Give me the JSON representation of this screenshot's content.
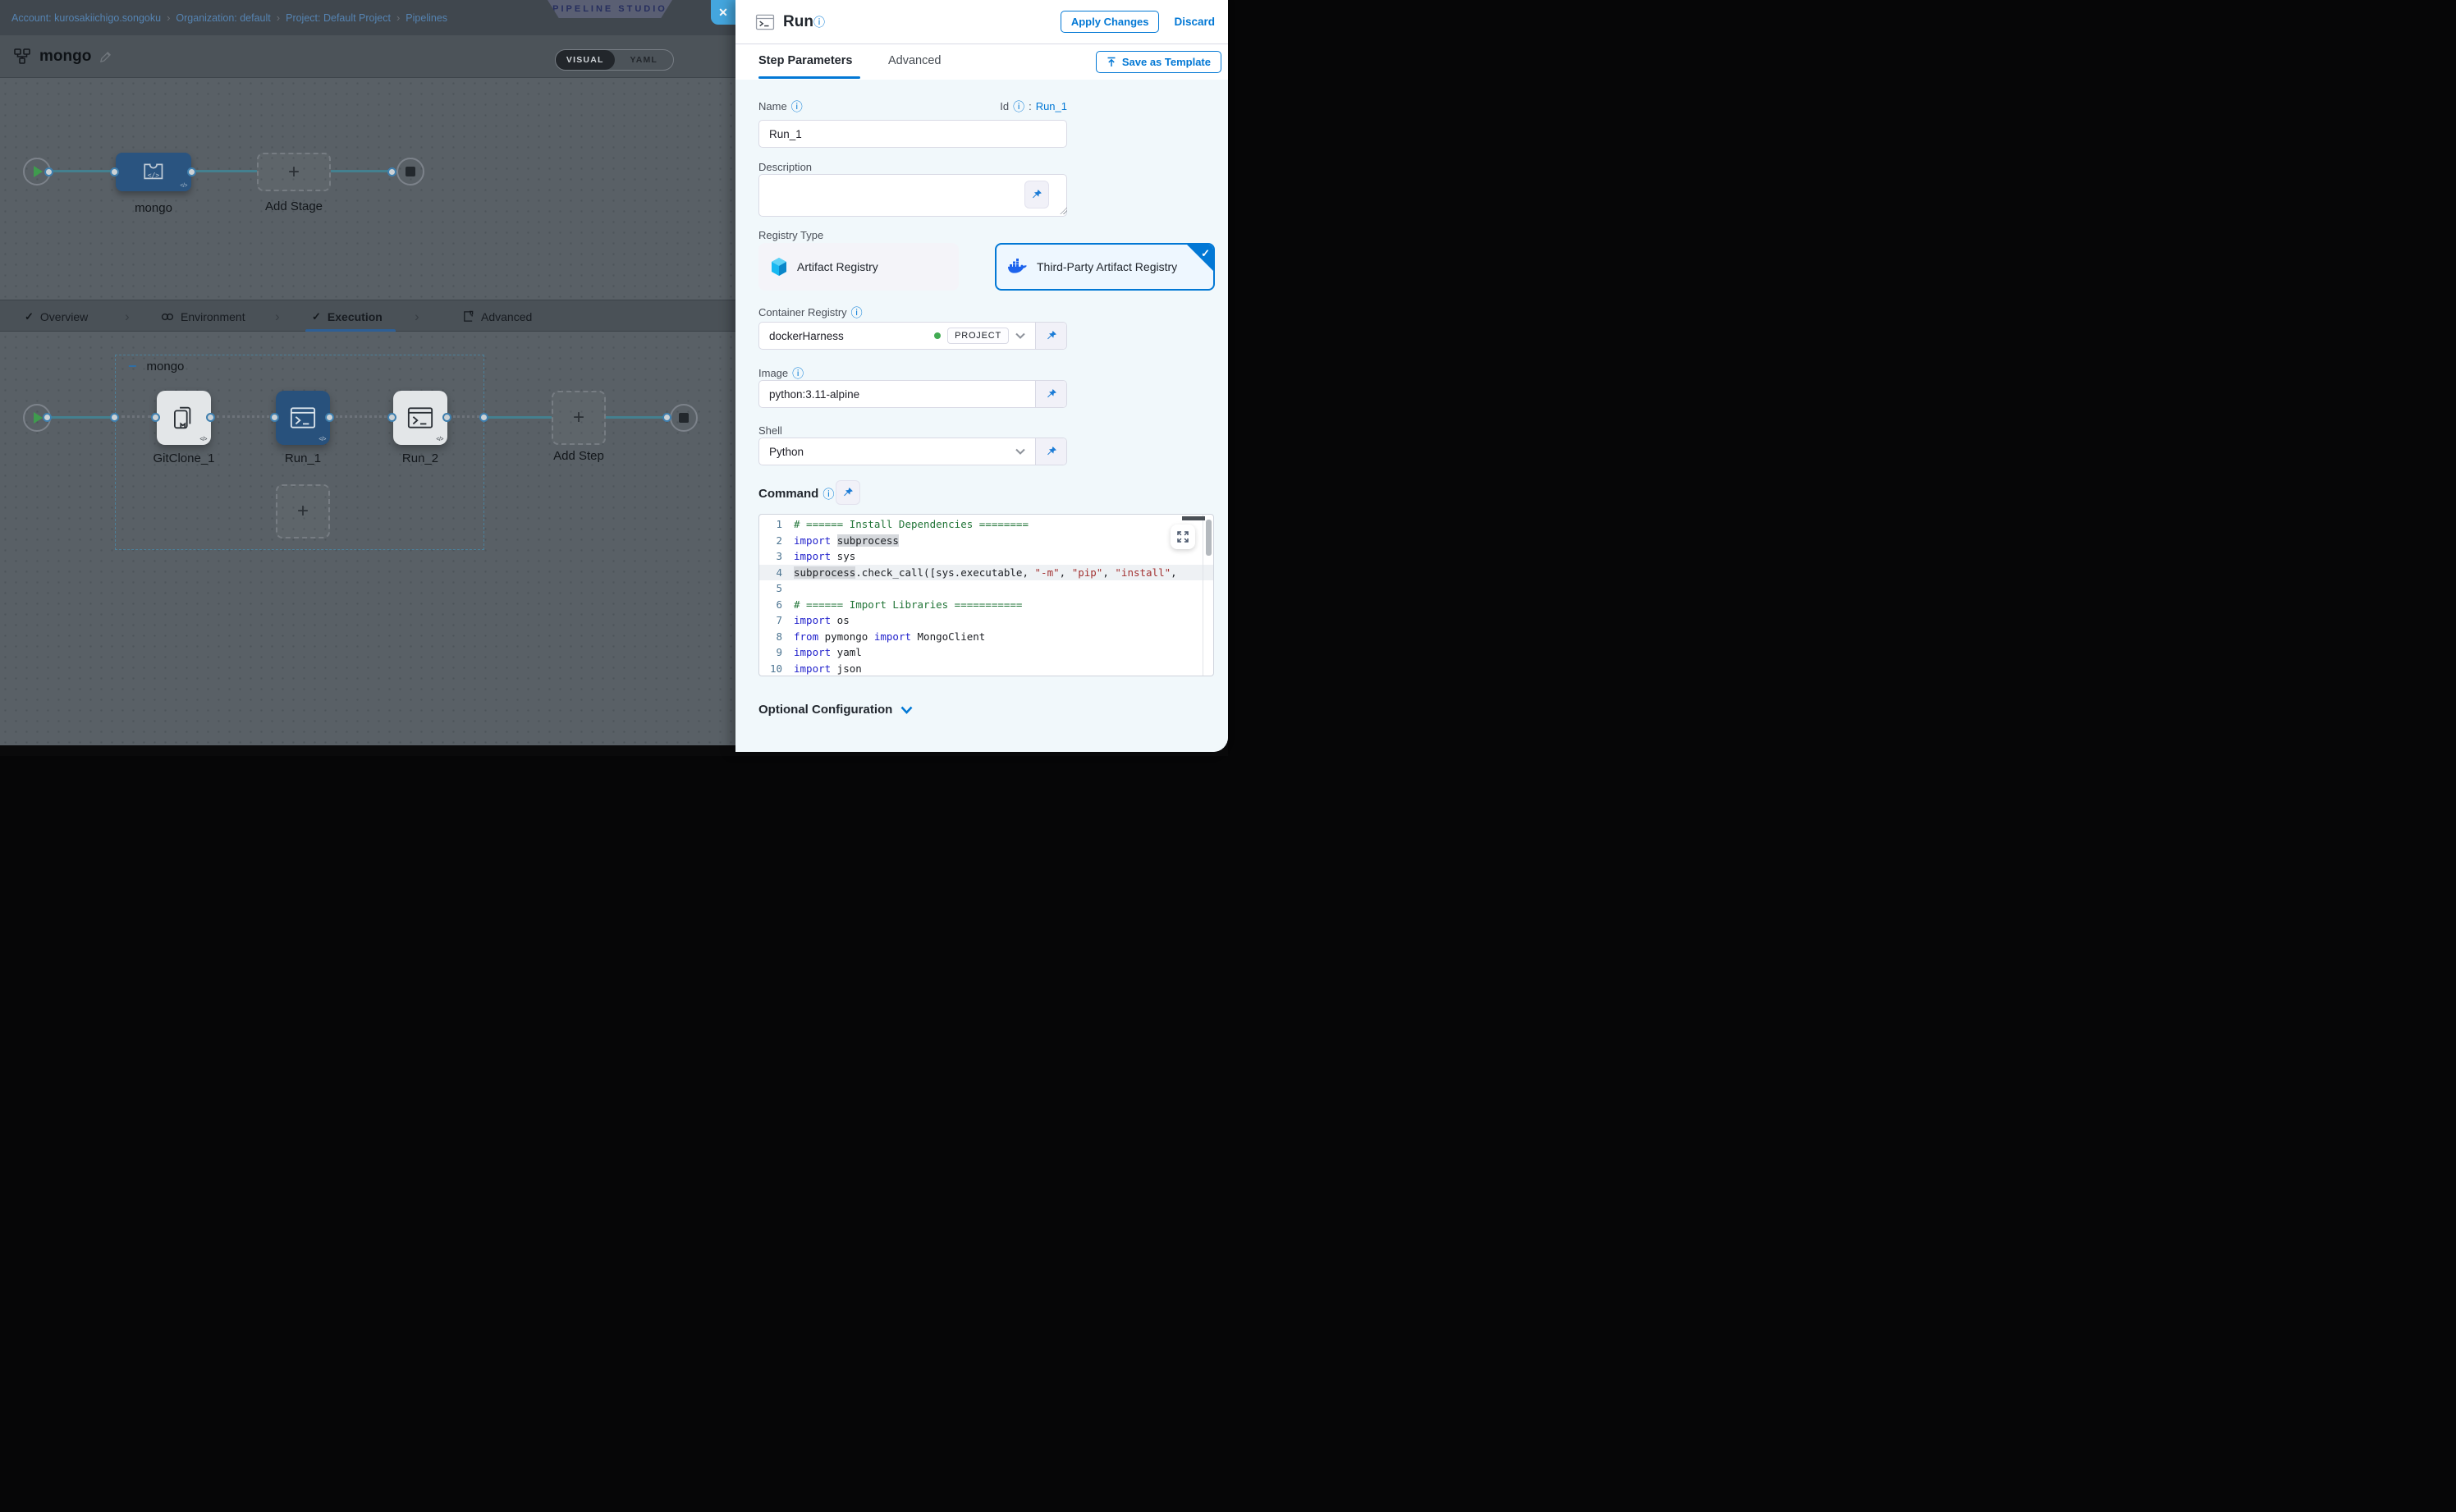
{
  "breadcrumb": {
    "separator": "›",
    "items": [
      {
        "label": "Account: kurosakiichigo.songoku"
      },
      {
        "label": "Organization: default"
      },
      {
        "label": "Project: Default Project"
      },
      {
        "label": "Pipelines"
      }
    ]
  },
  "studio_badge": "PIPELINE STUDIO",
  "icons": {
    "close": "✕",
    "check": "✓",
    "plus": "+",
    "minus": "−",
    "info": "ⓘ",
    "code_badge": "</>",
    "tab_separator": "›"
  },
  "toolbar": {
    "pipeline_name": "mongo",
    "visual_label": "VISUAL",
    "yaml_label": "YAML"
  },
  "stage_graph": {
    "stage_label": "mongo",
    "add_stage_label": "Add Stage"
  },
  "pipeline_tabs": {
    "overview": "Overview",
    "environment": "Environment",
    "execution": "Execution",
    "advanced": "Advanced",
    "active": "Execution"
  },
  "execution_graph": {
    "group_label": "mongo",
    "steps": [
      {
        "label": "GitClone_1"
      },
      {
        "label": "Run_1"
      },
      {
        "label": "Run_2"
      }
    ],
    "add_step_label": "Add Step"
  },
  "drawer": {
    "title": "Run",
    "apply_button": "Apply Changes",
    "discard_button": "Discard",
    "tabs": {
      "step_parameters": "Step Parameters",
      "advanced": "Advanced",
      "active": "Step Parameters"
    },
    "save_as_template": "Save as Template",
    "fields": {
      "name": {
        "label": "Name",
        "value": "Run_1"
      },
      "id": {
        "label": "Id",
        "separator": ":",
        "value": "Run_1"
      },
      "description": {
        "label": "Description",
        "value": ""
      },
      "registry_type": {
        "label": "Registry Type",
        "options": [
          {
            "label": "Artifact Registry",
            "selected": false
          },
          {
            "label": "Third-Party Artifact Registry",
            "selected": true
          }
        ]
      },
      "container_registry": {
        "label": "Container Registry",
        "value": "dockerHarness",
        "scope_badge": "PROJECT"
      },
      "image": {
        "label": "Image",
        "value": "python:3.11-alpine"
      },
      "shell": {
        "label": "Shell",
        "value": "Python"
      },
      "command": {
        "label": "Command"
      }
    },
    "code_editor": {
      "lines": [
        {
          "n": "1",
          "tokens": [
            [
              "c",
              "# ====== Install Dependencies ========"
            ]
          ]
        },
        {
          "n": "2",
          "tokens": [
            [
              "k",
              "import"
            ],
            [
              "p",
              " "
            ],
            [
              "hl",
              "subprocess"
            ]
          ]
        },
        {
          "n": "3",
          "tokens": [
            [
              "k",
              "import"
            ],
            [
              "p",
              " sys"
            ]
          ]
        },
        {
          "n": "4",
          "current": true,
          "tokens": [
            [
              "hl",
              "subprocess"
            ],
            [
              "p",
              ".check_call([sys.executable, "
            ],
            [
              "s",
              "\"-m\""
            ],
            [
              "p",
              ", "
            ],
            [
              "s",
              "\"pip\""
            ],
            [
              "p",
              ", "
            ],
            [
              "s",
              "\"install\""
            ],
            [
              "p",
              ","
            ]
          ]
        },
        {
          "n": "5",
          "tokens": []
        },
        {
          "n": "6",
          "tokens": [
            [
              "c",
              "# ====== Import Libraries ==========="
            ]
          ]
        },
        {
          "n": "7",
          "tokens": [
            [
              "k",
              "import"
            ],
            [
              "p",
              " os"
            ]
          ]
        },
        {
          "n": "8",
          "tokens": [
            [
              "k",
              "from"
            ],
            [
              "p",
              " pymongo "
            ],
            [
              "k",
              "import"
            ],
            [
              "p",
              " MongoClient"
            ]
          ]
        },
        {
          "n": "9",
          "tokens": [
            [
              "k",
              "import"
            ],
            [
              "p",
              " yaml"
            ]
          ]
        },
        {
          "n": "10",
          "tokens": [
            [
              "k",
              "import"
            ],
            [
              "p",
              " json"
            ]
          ]
        }
      ]
    },
    "optional_configuration": "Optional Configuration"
  }
}
